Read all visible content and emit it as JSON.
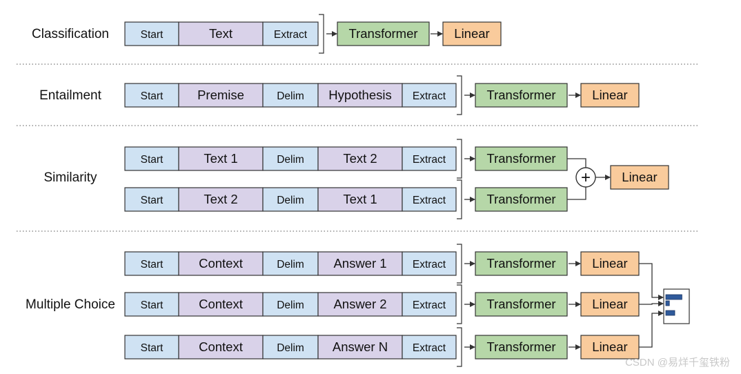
{
  "colors": {
    "token_blue": "#cfe2f3",
    "token_purple": "#d9d2e9",
    "transformer_green": "#b6d7a8",
    "linear_orange": "#f9cb9c",
    "stroke": "#333333"
  },
  "tasks": [
    {
      "name": "Classification",
      "rows": [
        {
          "tokens": [
            "Start",
            "Text",
            "Extract"
          ],
          "transformer": "Transformer"
        }
      ],
      "combine": "none",
      "linear": "Linear"
    },
    {
      "name": "Entailment",
      "rows": [
        {
          "tokens": [
            "Start",
            "Premise",
            "Delim",
            "Hypothesis",
            "Extract"
          ],
          "transformer": "Transformer"
        }
      ],
      "combine": "none",
      "linear": "Linear"
    },
    {
      "name": "Similarity",
      "rows": [
        {
          "tokens": [
            "Start",
            "Text 1",
            "Delim",
            "Text 2",
            "Extract"
          ],
          "transformer": "Transformer"
        },
        {
          "tokens": [
            "Start",
            "Text 2",
            "Delim",
            "Text 1",
            "Extract"
          ],
          "transformer": "Transformer"
        }
      ],
      "combine": "plus",
      "plus_symbol": "+",
      "linear": "Linear"
    },
    {
      "name": "Multiple Choice",
      "rows": [
        {
          "tokens": [
            "Start",
            "Context",
            "Delim",
            "Answer 1",
            "Extract"
          ],
          "transformer": "Transformer",
          "linear": "Linear"
        },
        {
          "tokens": [
            "Start",
            "Context",
            "Delim",
            "Answer 2",
            "Extract"
          ],
          "transformer": "Transformer",
          "linear": "Linear"
        },
        {
          "tokens": [
            "Start",
            "Context",
            "Delim",
            "Answer N",
            "Extract"
          ],
          "transformer": "Transformer",
          "linear": "Linear"
        }
      ],
      "combine": "softmax",
      "softmax_bars": [
        0.9,
        0.2,
        0.5
      ]
    }
  ],
  "watermark": "CSDN @易烊千玺铁粉"
}
